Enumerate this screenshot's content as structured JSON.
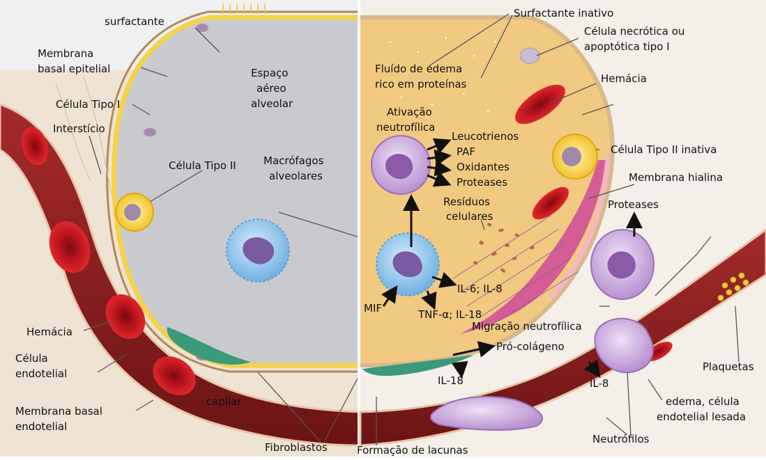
{
  "diagram": {
    "left_panel": {
      "labels": {
        "surfactante": "surfactante",
        "membrana_basal_epitelial_1": "Membrana",
        "membrana_basal_epitelial_2": "basal epitelial",
        "celula_tipo_i": "Célula Tipo I",
        "intersticio": "Interstício",
        "espaco_1": "Espaço",
        "espaco_2": "aéreo",
        "espaco_3": "alveolar",
        "celula_tipo_ii": "Célula Tipo II",
        "macrofagos_1": "Macrófagos",
        "macrofagos_2": "alveolares",
        "hemacia": "Hemácia",
        "celula_endotelial_1": "Célula",
        "celula_endotelial_2": "endotelial",
        "membrana_basal_endotelial_1": "Membrana basal",
        "membrana_basal_endotelial_2": "endotelial",
        "capilar": "capilar",
        "fibroblastos": "Fibroblastos"
      }
    },
    "right_panel": {
      "labels": {
        "surfactante_inativo": "Surfactante inativo",
        "celula_necrotica_1": "Célula necrótica ou",
        "celula_necrotica_2": "apoptótica tipo I",
        "fluido_1": "Fluído de edema",
        "fluido_2": "rico em proteínas",
        "hemacia": "Hemácia",
        "ativacao_1": "Ativação",
        "ativacao_2": "neutrofílica",
        "leucotrienos": "Leucotrienos",
        "paf": "PAF",
        "oxidantes": "Oxidantes",
        "proteases_1": "Proteases",
        "celula_tipo_ii_inativa": "Célula Tipo II inativa",
        "membrana_hialina": "Membrana hialina",
        "residuos_1": "Resíduos",
        "residuos_2": "celulares",
        "proteases_2": "Proteases",
        "il6_il8": "IL-6; IL-8",
        "mif": "MIF",
        "tnf_il18": "TNF-α; IL-18",
        "migracao": "Migração neutrofílica",
        "pro_colageno": "Pró-colágeno",
        "il18": "IL-18",
        "il8": "IL-8",
        "plaquetas": "Plaquetas",
        "edema_1": "edema, célula",
        "edema_2": "endotelial lesada",
        "neutrofilos": "Neutrófilos",
        "formacao_lacunas": "Formação de lacunas"
      }
    },
    "colors": {
      "alveolar_space": "#c9cace",
      "edema_fluid": "#f2c981",
      "epithelium_yellow": "#f4d24a",
      "capillary_red": "#8b1e1e",
      "erythrocyte": "#c8141c",
      "neutrophil": "#c7a8d8",
      "macrophage": "#7fb9e6",
      "fibroblast": "#3a9a7a",
      "hyaline_membrane": "#d04a9a"
    }
  }
}
